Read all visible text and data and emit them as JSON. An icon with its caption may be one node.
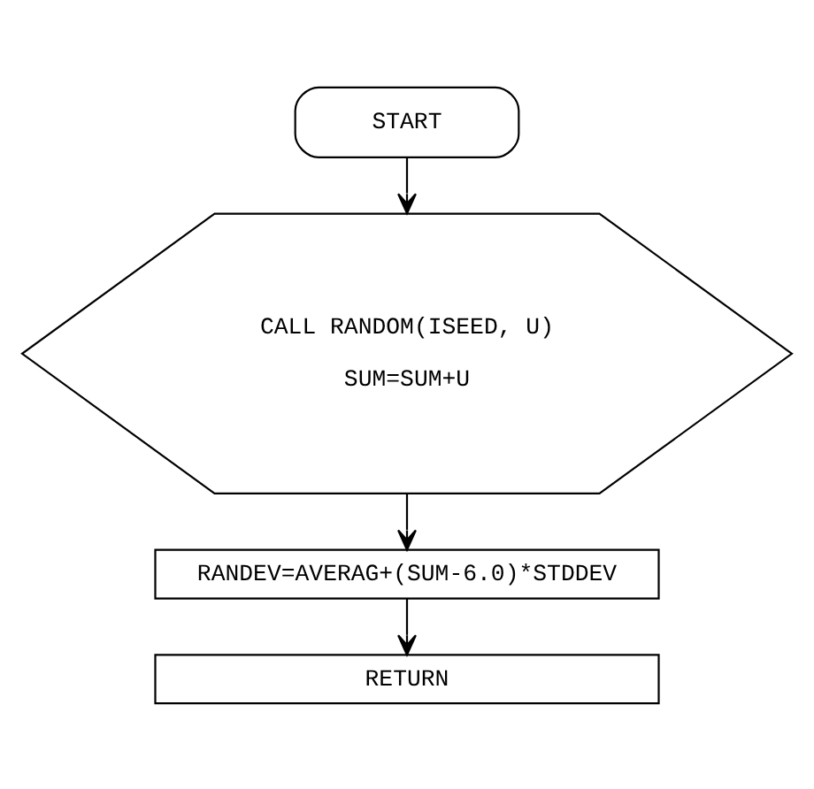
{
  "diagram": {
    "nodes": [
      {
        "text": [
          "START"
        ]
      },
      {
        "text": [
          "CALL RANDOM(ISEED, U)",
          "SUM=SUM+U"
        ]
      },
      {
        "text": [
          "RANDEV=AVERAG+(SUM-6.0)*STDDEV"
        ]
      },
      {
        "text": [
          "RETURN"
        ]
      }
    ],
    "edges": [
      {
        "from": 0,
        "to": 1,
        "arrow": "to"
      },
      {
        "from": 1,
        "to": 2,
        "arrow": "to"
      },
      {
        "from": 2,
        "to": 3,
        "arrow": "to"
      }
    ]
  }
}
